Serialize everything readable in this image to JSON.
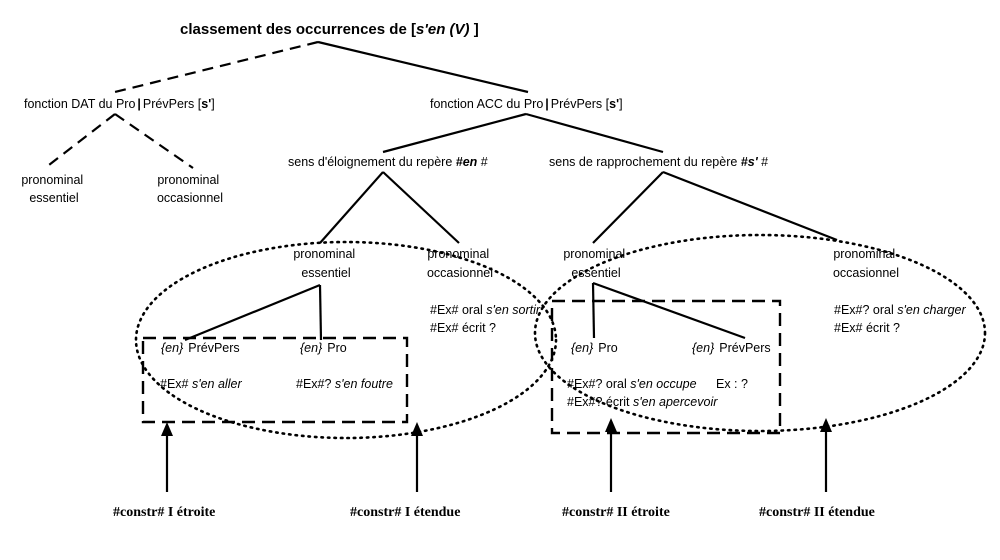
{
  "title": {
    "prefix": "classement des occurrences de [",
    "term": "s'en (V)",
    "suffix": " ]"
  },
  "level1": {
    "dat": {
      "prefix": "fonction DAT du ",
      "pro": "Pro",
      "sep": "|",
      "mid": "PrévPers [",
      "term": "s'",
      "suffix": "]"
    },
    "acc": {
      "prefix": "fonction ACC du ",
      "pro": "Pro",
      "sep": "|",
      "mid": "PrévPers [",
      "term": "s'",
      "suffix": "]"
    }
  },
  "level2": {
    "dat_left": {
      "line1": "pronominal",
      "line2": "essentiel"
    },
    "dat_right": {
      "line1": "pronominal",
      "line2": "occasionnel"
    },
    "eloignement": {
      "prefix": "sens d'éloignement du repère ",
      "term": "#en",
      "suffix": " #"
    },
    "rapprochement": {
      "prefix": "sens de rapprochement du repère ",
      "term": "#s'",
      "suffix": " #"
    }
  },
  "level3": {
    "elo_essentiel": {
      "line1": "pronominal",
      "line2": "essentiel"
    },
    "elo_occasionnel": {
      "line1": "pronominal",
      "line2": "occasionnel"
    },
    "rap_essentiel": {
      "line1": "pronominal",
      "line2": "essentiel"
    },
    "rap_occasionnel": {
      "line1": "pronominal",
      "line2": "occasionnel"
    }
  },
  "examples": {
    "elo_occ_oral": {
      "prefix": "#Ex# oral ",
      "ex": "s'en sortir"
    },
    "elo_occ_ecrit": {
      "text": "#Ex# écrit ?"
    },
    "rap_occ_oral": {
      "prefix": "#Ex#? oral ",
      "ex": "s'en charger"
    },
    "rap_occ_ecrit": {
      "text": "#Ex# écrit ?"
    }
  },
  "leaves": {
    "elo_prevpers": {
      "en": "{en}",
      "cat": "PrévPers",
      "ex_label": "#Ex# ",
      "ex": "s'en aller"
    },
    "elo_pro": {
      "en": "{en}",
      "cat": "Pro",
      "ex_label": "#Ex#? ",
      "ex": "s'en foutre"
    },
    "rap_pro": {
      "en": "{en}",
      "cat": "Pro",
      "ex_label1": "#Ex#? oral ",
      "ex1": "s'en occupe",
      "ex_label2": "#Ex#? écrit ",
      "ex2": "s'en apercevoir"
    },
    "rap_prevpers": {
      "en": "{en}",
      "cat": "PrévPers",
      "ex_note": "Ex : ?"
    }
  },
  "bottom": {
    "c1": "#constr# I étroite",
    "c2": "#constr# I étendue",
    "c3": "#constr# II étroite",
    "c4": "#constr# II étendue"
  }
}
